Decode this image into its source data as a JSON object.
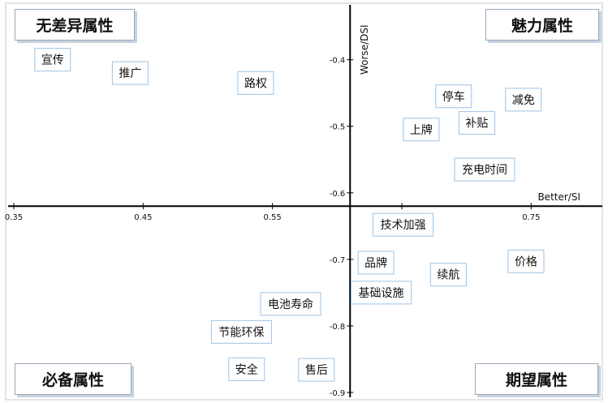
{
  "chart_data": {
    "type": "scatter",
    "xlabel": "Better/SI",
    "ylabel": "Worse/DSI",
    "xlim": [
      0.35,
      0.8
    ],
    "ylim": [
      -0.9,
      -0.32
    ],
    "x_ticks": [
      "0.35",
      "0.45",
      "0.55",
      "0.65",
      "0.75"
    ],
    "x_tick_values": [
      0.35,
      0.45,
      0.55,
      0.65,
      0.75
    ],
    "y_ticks": [
      "-0.4",
      "-0.5",
      "-0.6",
      "-0.7",
      "-0.8",
      "-0.9"
    ],
    "y_tick_values": [
      -0.4,
      -0.5,
      -0.6,
      -0.7,
      -0.8,
      -0.9
    ],
    "axis_cross": {
      "x": 0.61,
      "y": -0.62
    },
    "quadrants": {
      "top_left": "无差异属性",
      "top_right": "魅力属性",
      "bottom_left": "必备属性",
      "bottom_right": "期望属性"
    },
    "points": [
      {
        "label": "宣传",
        "x": 0.38,
        "y": -0.4
      },
      {
        "label": "推广",
        "x": 0.44,
        "y": -0.42
      },
      {
        "label": "路权",
        "x": 0.537,
        "y": -0.435
      },
      {
        "label": "停车",
        "x": 0.69,
        "y": -0.455
      },
      {
        "label": "减免",
        "x": 0.744,
        "y": -0.46
      },
      {
        "label": "补贴",
        "x": 0.708,
        "y": -0.495
      },
      {
        "label": "上牌",
        "x": 0.665,
        "y": -0.505
      },
      {
        "label": "充电时间",
        "x": 0.714,
        "y": -0.565
      },
      {
        "label": "技术加强",
        "x": 0.651,
        "y": -0.648
      },
      {
        "label": "价格",
        "x": 0.746,
        "y": -0.703
      },
      {
        "label": "品牌",
        "x": 0.63,
        "y": -0.705
      },
      {
        "label": "续航",
        "x": 0.686,
        "y": -0.723
      },
      {
        "label": "基础设施",
        "x": 0.634,
        "y": -0.75
      },
      {
        "label": "电池寿命",
        "x": 0.564,
        "y": -0.767
      },
      {
        "label": "节能环保",
        "x": 0.526,
        "y": -0.809
      },
      {
        "label": "安全",
        "x": 0.53,
        "y": -0.865
      },
      {
        "label": "售后",
        "x": 0.584,
        "y": -0.866
      }
    ]
  }
}
